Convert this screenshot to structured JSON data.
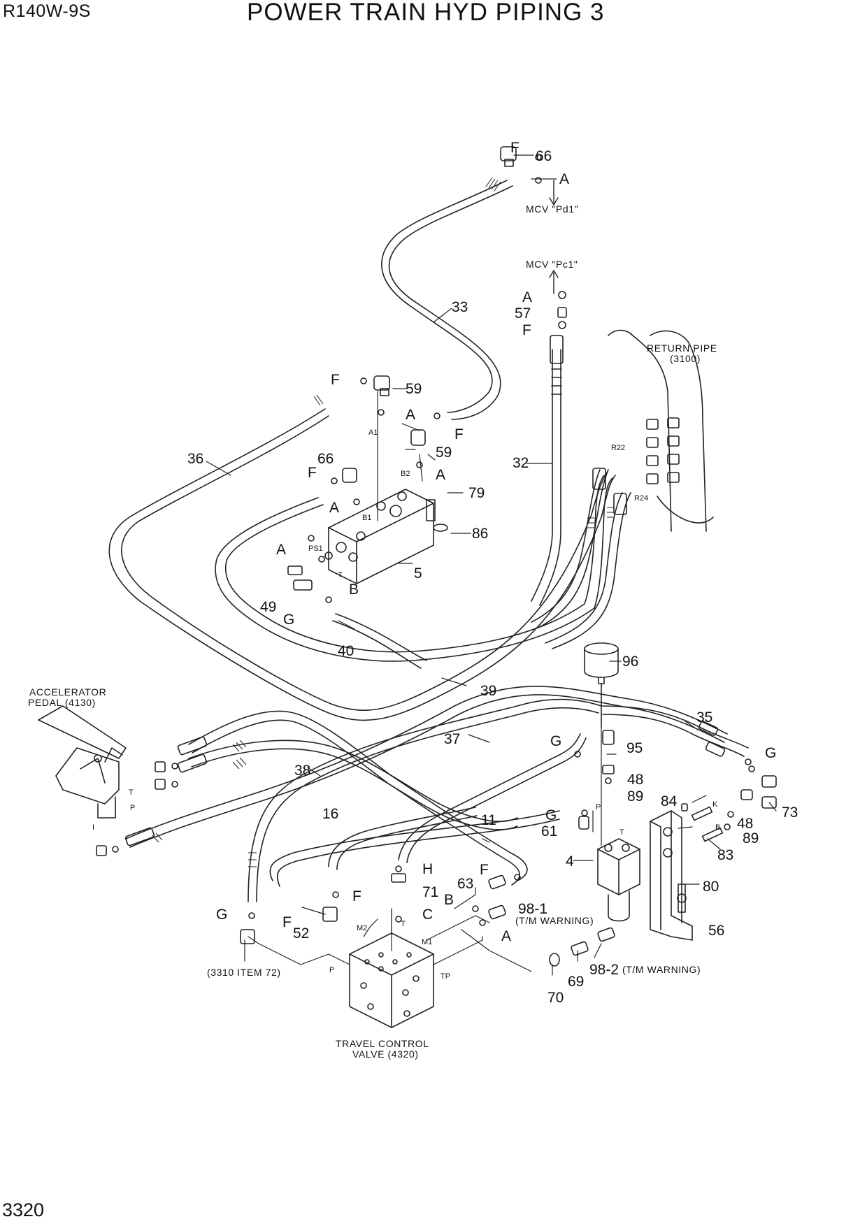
{
  "header": {
    "model": "R140W-9S",
    "title": "POWER TRAIN HYD PIPING 3",
    "page_number": "3320"
  },
  "callouts": {
    "c5": "5",
    "c11": "11",
    "c16": "16",
    "c32": "32",
    "c33": "33",
    "c35": "35",
    "c36": "36",
    "c37": "37",
    "c38": "38",
    "c39": "39",
    "c40": "40",
    "c48a": "48",
    "c48b": "48",
    "c49": "49",
    "c52": "52",
    "c56": "56",
    "c57": "57",
    "c59a": "59",
    "c59b": "59",
    "c61": "61",
    "c63": "63",
    "c66a": "66",
    "c66b": "66",
    "c69": "69",
    "c70": "70",
    "c71": "71",
    "c73": "73",
    "c79": "79",
    "c80": "80",
    "c83": "83",
    "c84": "84",
    "c86": "86",
    "c89a": "89",
    "c89b": "89",
    "c95": "95",
    "c96": "96",
    "c4": "4",
    "c98_1": "98-1",
    "c98_2": "98-2",
    "A1": "A",
    "A2": "A",
    "A3": "A",
    "A4": "A",
    "A5": "A",
    "A6": "A",
    "A7": "A",
    "B1": "B",
    "B2": "B",
    "C1": "C",
    "F1": "F",
    "F2": "F",
    "F3": "F",
    "F4": "F",
    "F5": "F",
    "F6": "F",
    "F7": "F",
    "F8": "F",
    "G1": "G",
    "G2": "G",
    "G3": "G",
    "G4": "G",
    "G5": "G",
    "H1": "H"
  },
  "notes": {
    "mcv_pd1": "MCV \"Pd1\"",
    "mcv_pc1": "MCV \"Pc1\"",
    "return_pipe_1": "RETURN PIPE",
    "return_pipe_2": "(3100)",
    "accel_1": "ACCELERATOR",
    "accel_2": "PEDAL (4130)",
    "tcv_1": "TRAVEL CONTROL",
    "tcv_2": "VALVE (4320)",
    "ref_3310": "(3310 ITEM 72)",
    "tm_warning_1": "(T/M WARNING)",
    "tm_warning_2": "(T/M WARNING)"
  },
  "ports": {
    "A1": "A1",
    "B2": "B2",
    "B1": "B1",
    "PS1": "PS1",
    "T": "T",
    "R22": "R22",
    "R24": "R24",
    "pedal_T": "T",
    "pedal_P": "P",
    "pedal_I": "I",
    "M2": "M2",
    "M1": "M1",
    "P": "P",
    "TP": "TP",
    "tcv_T": "T",
    "acc_P": "P",
    "acc_T": "T",
    "K": "K",
    "B": "B"
  }
}
